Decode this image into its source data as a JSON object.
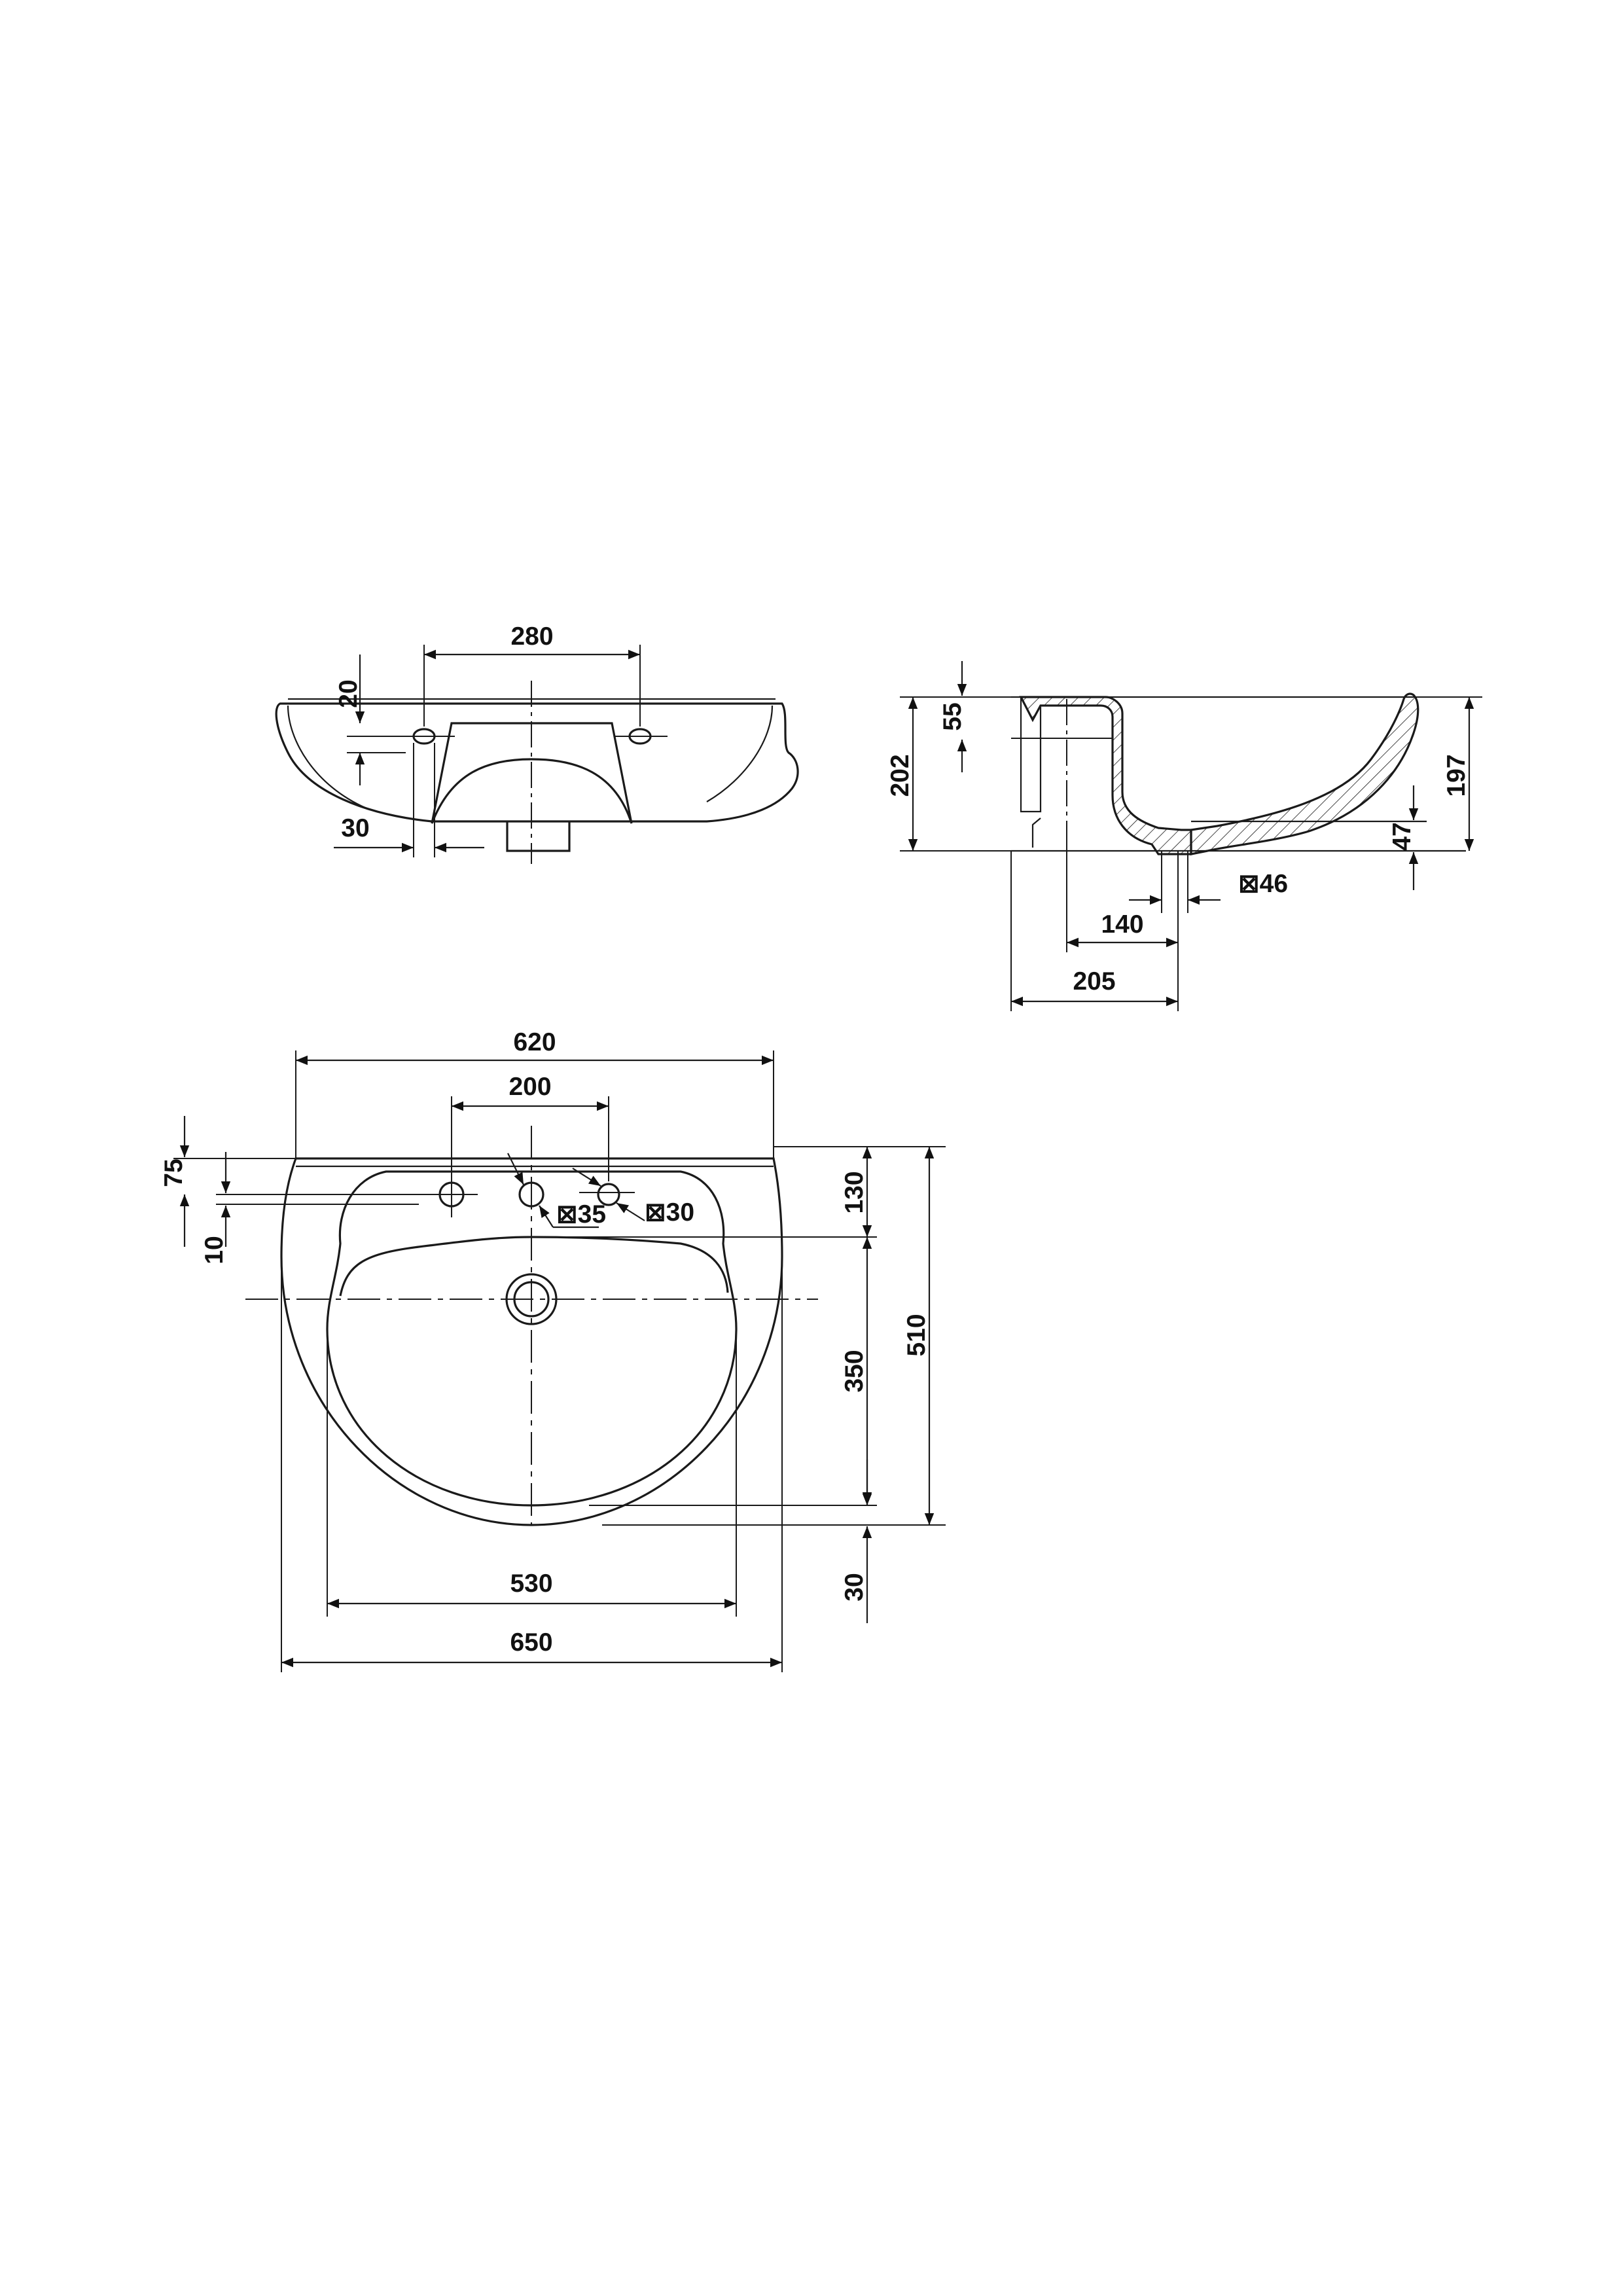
{
  "dims": {
    "front_280": "280",
    "front_20": "20",
    "front_30": "30",
    "side_55": "55",
    "side_202": "202",
    "side_197": "197",
    "side_47": "47",
    "side_diam46": "⊠46",
    "side_140": "140",
    "side_205": "205",
    "top_620": "620",
    "top_200": "200",
    "top_75": "75",
    "top_10": "10",
    "top_diam35": "⊠35",
    "top_diam30": "⊠30",
    "top_130": "130",
    "top_350": "350",
    "top_510": "510",
    "top_30": "30",
    "top_530": "530",
    "top_650": "650"
  }
}
